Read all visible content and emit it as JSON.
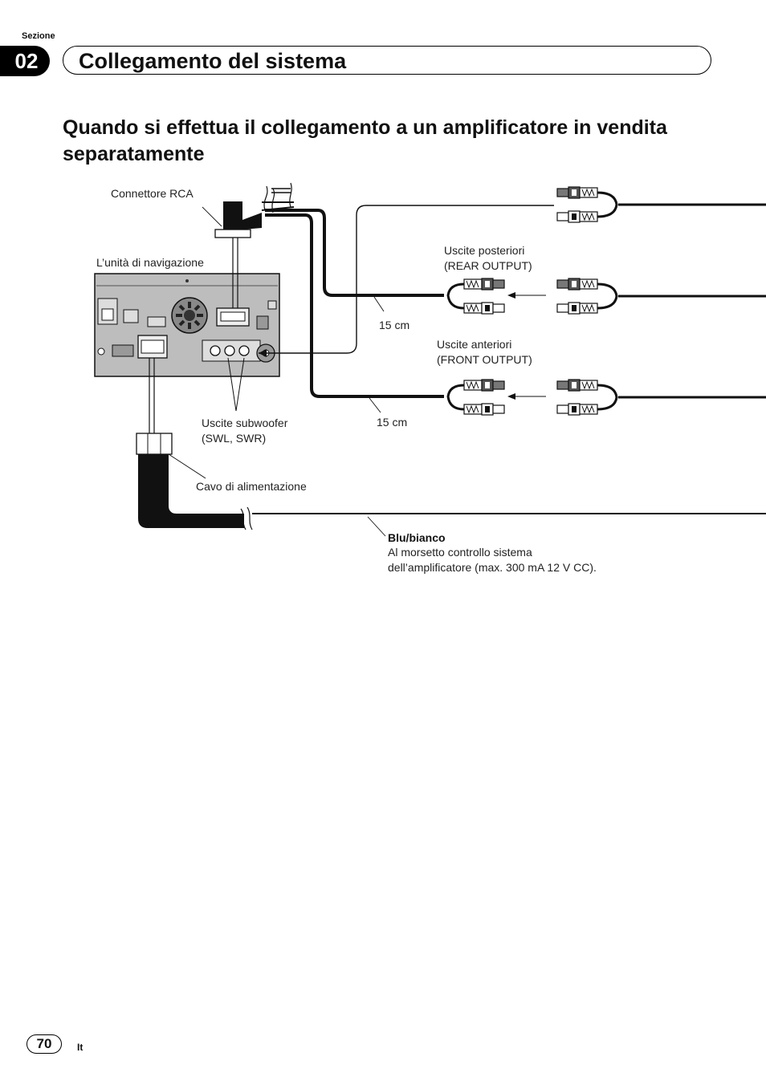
{
  "header": {
    "section_label": "Sezione",
    "section_number": "02",
    "section_title": "Collegamento del sistema"
  },
  "heading": "Quando si effettua il collegamento a un amplificatore in vendita separatamente",
  "labels": {
    "rca_connector": "Connettore RCA",
    "navigation_unit": "L’unità di navigazione",
    "rear_output_line1": "Uscite posteriori",
    "rear_output_line2": "(REAR OUTPUT)",
    "front_output_line1": "Uscite anteriori",
    "front_output_line2": "(FRONT OUTPUT)",
    "length_rear": "15 cm",
    "length_front": "15 cm",
    "subwoofer_line1": "Uscite subwoofer",
    "subwoofer_line2": "(SWL, SWR)",
    "power_cable": "Cavo di alimentazione",
    "wire_color": "Blu/bianco",
    "wire_desc_line1": "Al morsetto controllo sistema",
    "wire_desc_line2": "dell’amplificatore (max. 300 mA 12 V CC)."
  },
  "footer": {
    "page_number": "70",
    "language": "It"
  }
}
